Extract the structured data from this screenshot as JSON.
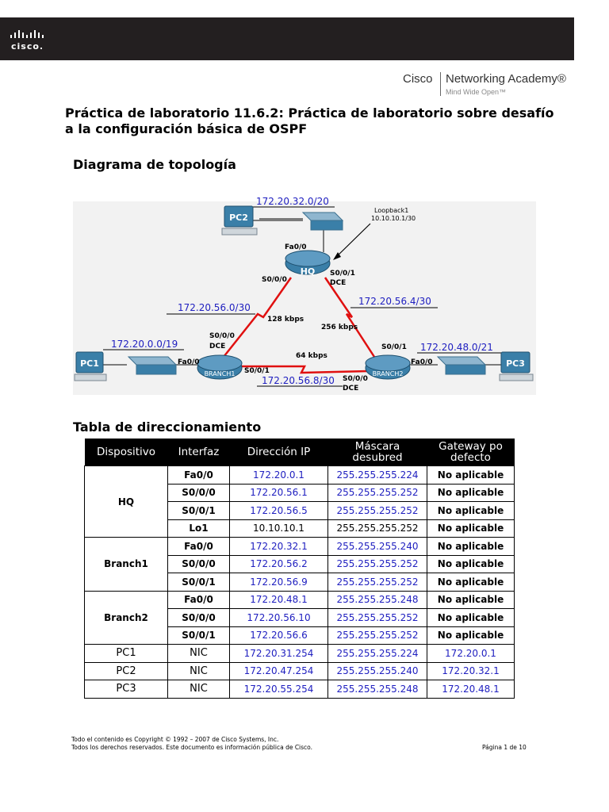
{
  "header": {
    "logo_text": "cisco.",
    "academy_brand": "Cisco",
    "academy_name": "Networking Academy®",
    "academy_tagline": "Mind Wide Open™"
  },
  "title_line1": "Práctica de laboratorio 11.6.2: Práctica de laboratorio sobre desafío",
  "title_line2": "a la configuración básica de OSPF",
  "topology": {
    "heading": "Diagrama de topología",
    "labels": {
      "net_hq_lan": "172.20.32.0/20",
      "loopback": "Loopback1",
      "loopback_net": "10.10.10.1/30",
      "pc2": "PC2",
      "hq": "HQ",
      "hq_fa": "Fa0/0",
      "hq_s000": "S0/0/0",
      "hq_s001": "S0/0/1",
      "hq_dce": "DCE",
      "net_hq_b1": "172.20.56.0/30",
      "speed_hq_b1": "128 kbps",
      "net_hq_b2": "172.20.56.4/30",
      "speed_hq_b2": "256 kbps",
      "b1_s000": "S0/0/0",
      "b1_dce": "DCE",
      "net_b1_lan": "172.20.0.0/19",
      "pc1": "PC1",
      "b1_fa": "Fa0/0",
      "branch1": "BRANCH1",
      "b1_s001": "S0/0/1",
      "speed_b1_b2": "64 kbps",
      "net_b1_b2": "172.20.56.8/30",
      "b2_s000": "S0/0/0",
      "b2_dce": "DCE",
      "b2_s001": "S0/0/1",
      "net_b2_lan": "172.20.48.0/21",
      "branch2": "BRANCH2",
      "b2_fa": "Fa0/0",
      "pc3": "PC3"
    }
  },
  "table": {
    "heading": "Tabla de direccionamiento",
    "headers": [
      "Dispositivo",
      "Interfaz",
      "Dirección IP",
      "Máscara desubred",
      "Gateway po defecto"
    ],
    "header_mask_l1": "Máscara",
    "header_mask_l2": "desubred",
    "header_gw_l1": "Gateway po",
    "header_gw_l2": "defecto",
    "rows": [
      {
        "device": "HQ",
        "iface": "Fa0/0",
        "ip": "172.20.0.1",
        "mask": "255.255.255.224",
        "gw": "No aplicable"
      },
      {
        "device": "",
        "iface": "S0/0/0",
        "ip": "172.20.56.1",
        "mask": "255.255.255.252",
        "gw": "No aplicable"
      },
      {
        "device": "",
        "iface": "S0/0/1",
        "ip": "172.20.56.5",
        "mask": "255.255.255.252",
        "gw": "No aplicable"
      },
      {
        "device": "",
        "iface": "Lo1",
        "ip": "10.10.10.1",
        "mask": "255.255.255.252",
        "gw": "No aplicable"
      },
      {
        "device": "Branch1",
        "iface": "Fa0/0",
        "ip": "172.20.32.1",
        "mask": "255.255.255.240",
        "gw": "No aplicable"
      },
      {
        "device": "",
        "iface": "S0/0/0",
        "ip": "172.20.56.2",
        "mask": "255.255.255.252",
        "gw": "No aplicable"
      },
      {
        "device": "",
        "iface": "S0/0/1",
        "ip": "172.20.56.9",
        "mask": "255.255.255.252",
        "gw": "No aplicable"
      },
      {
        "device": "Branch2",
        "iface": "Fa0/0",
        "ip": "172.20.48.1",
        "mask": "255.255.255.248",
        "gw": "No aplicable"
      },
      {
        "device": "",
        "iface": "S0/0/0",
        "ip": "172.20.56.10",
        "mask": "255.255.255.252",
        "gw": "No aplicable"
      },
      {
        "device": "",
        "iface": "S0/0/1",
        "ip": "172.20.56.6",
        "mask": "255.255.255.252",
        "gw": "No aplicable"
      },
      {
        "device": "PC1",
        "iface": "NIC",
        "ip": "172.20.31.254",
        "mask": "255.255.255.224",
        "gw": "172.20.0.1"
      },
      {
        "device": "PC2",
        "iface": "NIC",
        "ip": "172.20.47.254",
        "mask": "255.255.255.240",
        "gw": "172.20.32.1"
      },
      {
        "device": "PC3",
        "iface": "NIC",
        "ip": "172.20.55.254",
        "mask": "255.255.255.248",
        "gw": "172.20.48.1"
      }
    ]
  },
  "footer": {
    "line1": "Todo el contenido es Copyright © 1992 – 2007 de Cisco Systems, Inc.",
    "line2": "Todos los derechos reservados. Este documento es información pública de Cisco.",
    "page": "Página 1 de 10"
  },
  "colors": {
    "header_bg": "#231f20",
    "link_blue": "#2020c0",
    "router_blue": "#3a7fa8",
    "serial_red": "#e01010"
  }
}
